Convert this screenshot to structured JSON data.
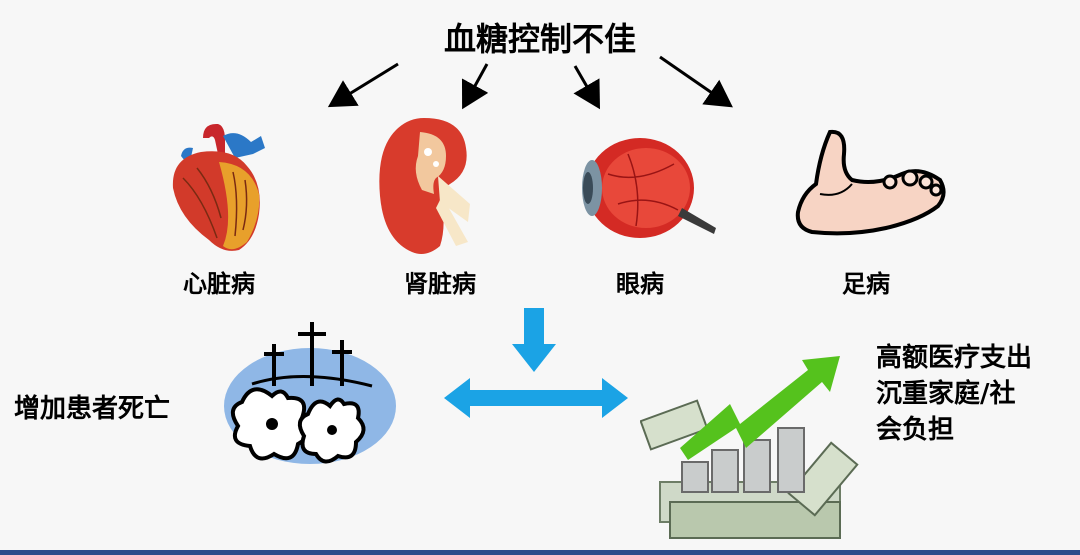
{
  "title": "血糖控制不佳",
  "complications": [
    {
      "label": "心脏病",
      "icon": "heart-icon"
    },
    {
      "label": "肾脏病",
      "icon": "kidney-icon"
    },
    {
      "label": "眼病",
      "icon": "eye-icon"
    },
    {
      "label": "足病",
      "icon": "foot-icon"
    }
  ],
  "outcomes": {
    "left": {
      "label": "增加患者死亡",
      "icon": "graves-icon"
    },
    "right": {
      "lines": [
        "高额医疗支出",
        "沉重家庭/社",
        "会负担"
      ],
      "icon": "money-growth-icon"
    }
  },
  "colors": {
    "arrow_blue": "#1ba3e5",
    "growth_green": "#55c21d",
    "ellipse_blue": "#8fb7e6",
    "bar": "#2e4a8a"
  }
}
